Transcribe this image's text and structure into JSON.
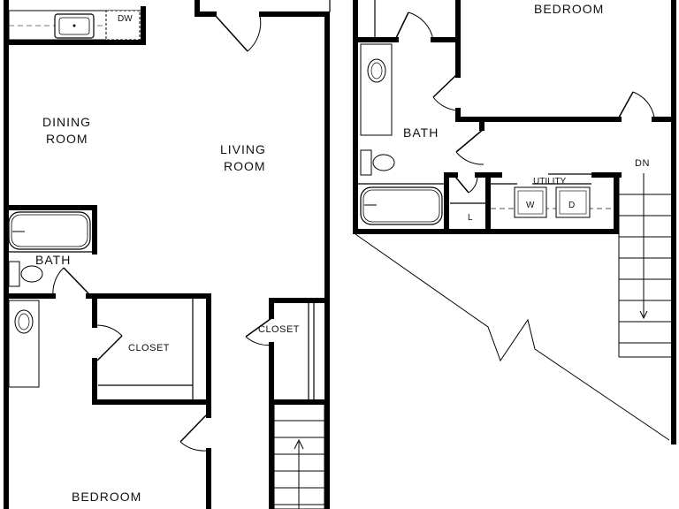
{
  "rooms": {
    "dining": {
      "line1": "DINING",
      "line2": "ROOM"
    },
    "living": {
      "line1": "LIVING",
      "line2": "ROOM"
    },
    "bath_left": "BATH",
    "bath_right": "BATH",
    "closet_left": "CLOSET",
    "closet_right": "CLOSET",
    "bedroom_bottom": "BEDROOM",
    "bedroom_top": "BEDROOM",
    "utility": "UTILITY"
  },
  "fixtures": {
    "dishwasher": "DW",
    "washer": "W",
    "dryer": "D",
    "linen": "L"
  },
  "stairs": {
    "up": "UP",
    "down": "DN"
  }
}
